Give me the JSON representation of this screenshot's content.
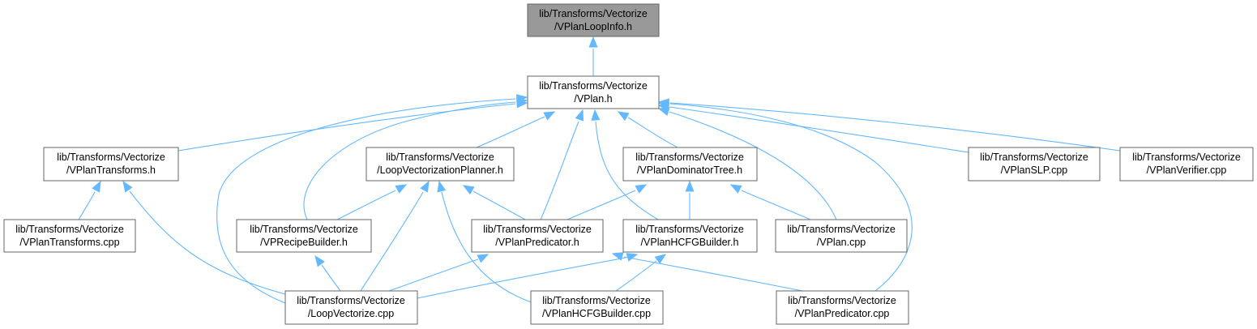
{
  "graph": {
    "nodes": {
      "vplanloopinfo_h": {
        "line1": "lib/Transforms/Vectorize",
        "line2": "/VPlanLoopInfo.h"
      },
      "vplan_h": {
        "line1": "lib/Transforms/Vectorize",
        "line2": "/VPlan.h"
      },
      "vplantransforms_h": {
        "line1": "lib/Transforms/Vectorize",
        "line2": "/VPlanTransforms.h"
      },
      "loopvectorizationplanner_h": {
        "line1": "lib/Transforms/Vectorize",
        "line2": "/LoopVectorizationPlanner.h"
      },
      "vplandominatortree_h": {
        "line1": "lib/Transforms/Vectorize",
        "line2": "/VPlanDominatorTree.h"
      },
      "vplanslp_cpp": {
        "line1": "lib/Transforms/Vectorize",
        "line2": "/VPlanSLP.cpp"
      },
      "vplanverifier_cpp": {
        "line1": "lib/Transforms/Vectorize",
        "line2": "/VPlanVerifier.cpp"
      },
      "vplantransforms_cpp": {
        "line1": "lib/Transforms/Vectorize",
        "line2": "/VPlanTransforms.cpp"
      },
      "vprecipebuilder_h": {
        "line1": "lib/Transforms/Vectorize",
        "line2": "/VPRecipeBuilder.h"
      },
      "vplanpredicator_h": {
        "line1": "lib/Transforms/Vectorize",
        "line2": "/VPlanPredicator.h"
      },
      "vplanhcfgbuilder_h": {
        "line1": "lib/Transforms/Vectorize",
        "line2": "/VPlanHCFGBuilder.h"
      },
      "vplan_cpp": {
        "line1": "lib/Transforms/Vectorize",
        "line2": "/VPlan.cpp"
      },
      "loopvectorize_cpp": {
        "line1": "lib/Transforms/Vectorize",
        "line2": "/LoopVectorize.cpp"
      },
      "vplanhcfgbuilder_cpp": {
        "line1": "lib/Transforms/Vectorize",
        "line2": "/VPlanHCFGBuilder.cpp"
      },
      "vplanpredicator_cpp": {
        "line1": "lib/Transforms/Vectorize",
        "line2": "/VPlanPredicator.cpp"
      }
    },
    "edges": [
      {
        "from": "vplan_h",
        "to": "vplanloopinfo_h"
      },
      {
        "from": "vplantransforms_h",
        "to": "vplan_h"
      },
      {
        "from": "loopvectorizationplanner_h",
        "to": "vplan_h"
      },
      {
        "from": "vplandominatortree_h",
        "to": "vplan_h"
      },
      {
        "from": "vplanslp_cpp",
        "to": "vplan_h"
      },
      {
        "from": "vplanverifier_cpp",
        "to": "vplan_h"
      },
      {
        "from": "vprecipebuilder_h",
        "to": "vplan_h"
      },
      {
        "from": "vplanpredicator_h",
        "to": "vplan_h"
      },
      {
        "from": "vplanhcfgbuilder_h",
        "to": "vplan_h"
      },
      {
        "from": "vplan_cpp",
        "to": "vplan_h"
      },
      {
        "from": "loopvectorize_cpp",
        "to": "vplan_h"
      },
      {
        "from": "vplanpredicator_cpp",
        "to": "vplan_h"
      },
      {
        "from": "vplantransforms_cpp",
        "to": "vplantransforms_h"
      },
      {
        "from": "loopvectorize_cpp",
        "to": "vplantransforms_h"
      },
      {
        "from": "vprecipebuilder_h",
        "to": "loopvectorizationplanner_h"
      },
      {
        "from": "vplanpredicator_h",
        "to": "loopvectorizationplanner_h"
      },
      {
        "from": "loopvectorize_cpp",
        "to": "loopvectorizationplanner_h"
      },
      {
        "from": "vplanhcfgbuilder_cpp",
        "to": "loopvectorizationplanner_h"
      },
      {
        "from": "vplanpredicator_h",
        "to": "vplandominatortree_h"
      },
      {
        "from": "vplanhcfgbuilder_h",
        "to": "vplandominatortree_h"
      },
      {
        "from": "vplan_cpp",
        "to": "vplandominatortree_h"
      },
      {
        "from": "loopvectorize_cpp",
        "to": "vprecipebuilder_h"
      },
      {
        "from": "loopvectorize_cpp",
        "to": "vplanpredicator_h"
      },
      {
        "from": "vplanhcfgbuilder_cpp",
        "to": "vplanhcfgbuilder_h"
      },
      {
        "from": "loopvectorize_cpp",
        "to": "vplanhcfgbuilder_h"
      },
      {
        "from": "vplanpredicator_cpp",
        "to": "vplanhcfgbuilder_h"
      }
    ],
    "colors": {
      "edge": "#63b8ff",
      "node_border": "#666666",
      "root_fill": "#999999",
      "node_fill": "#ffffff"
    }
  }
}
